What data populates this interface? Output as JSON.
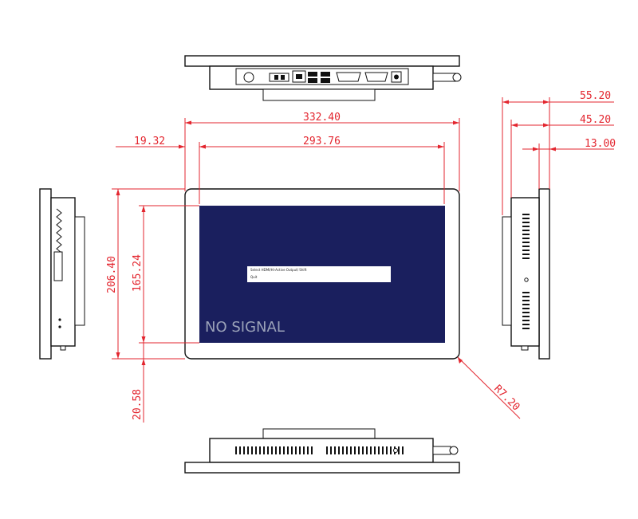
{
  "dimensions": {
    "overall_width": "332.40",
    "screen_width": "293.76",
    "bezel_left": "19.32",
    "overall_height": "206.40",
    "screen_height": "165.24",
    "bezel_bottom": "20.58",
    "corner_radius": "R7.20",
    "depth_total": "55.20",
    "depth_body": "45.20",
    "depth_front": "13.00"
  },
  "screen": {
    "no_signal_text": "NO SIGNAL",
    "dialog_title": "Select HDMI/Hi-Active Output/ Shift",
    "dialog_option": "Quit",
    "bg_color": "#1a1f5e"
  },
  "colors": {
    "dimension": "#e3262f",
    "line": "#111111"
  }
}
